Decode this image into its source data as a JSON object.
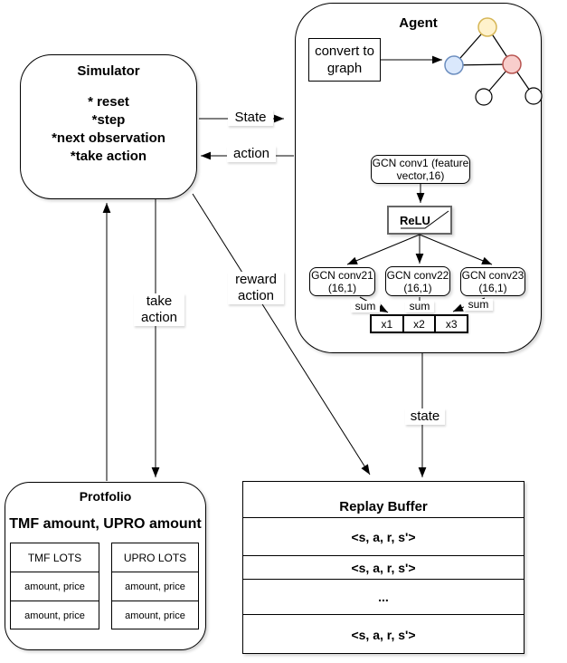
{
  "simulator": {
    "title": "Simulator",
    "items": [
      "* reset",
      "*step",
      "*next observation",
      "*take action"
    ]
  },
  "agent": {
    "title": "Agent",
    "convert_label": "convert to graph",
    "conv1_label": "GCN conv1 (feature vector,16)",
    "relu_label": "ReLU",
    "conv2": [
      {
        "name": "GCN conv21",
        "shape": "(16,1)"
      },
      {
        "name": "GCN conv22",
        "shape": "(16,1)"
      },
      {
        "name": "GCN conv23",
        "shape": "(16,1)"
      }
    ],
    "sum_labels": [
      "sum",
      "sum",
      "sum"
    ],
    "outputs": [
      "x1",
      "x2",
      "x3"
    ]
  },
  "edge_labels": {
    "state_upper": "State",
    "action": "action",
    "take_action": "take action",
    "reward_action": "reward action",
    "state_lower": "state"
  },
  "portfolio": {
    "title": "Protfolio",
    "subtitle": "TMF amount, UPRO amount",
    "tables": [
      {
        "header": "TMF LOTS",
        "rows": [
          "amount, price",
          "amount, price"
        ]
      },
      {
        "header": "UPRO LOTS",
        "rows": [
          "amount, price",
          "amount, price"
        ]
      }
    ]
  },
  "replay_buffer": {
    "title": "Replay Buffer",
    "rows": [
      "<s, a, r, s'>",
      "<s, a, r, s'>",
      "...",
      "<s, a, r, s'>"
    ]
  },
  "colors": {
    "line": "#000000",
    "relu_border": "#666666",
    "node_yellow_fill": "#FFF2CC",
    "node_yellow_stroke": "#D6B656",
    "node_blue_fill": "#DAE8FC",
    "node_blue_stroke": "#6C8EBF",
    "node_red_fill": "#F8CECC",
    "node_red_stroke": "#B85450",
    "node_white_fill": "#FFFFFF",
    "node_white_stroke": "#000000"
  }
}
